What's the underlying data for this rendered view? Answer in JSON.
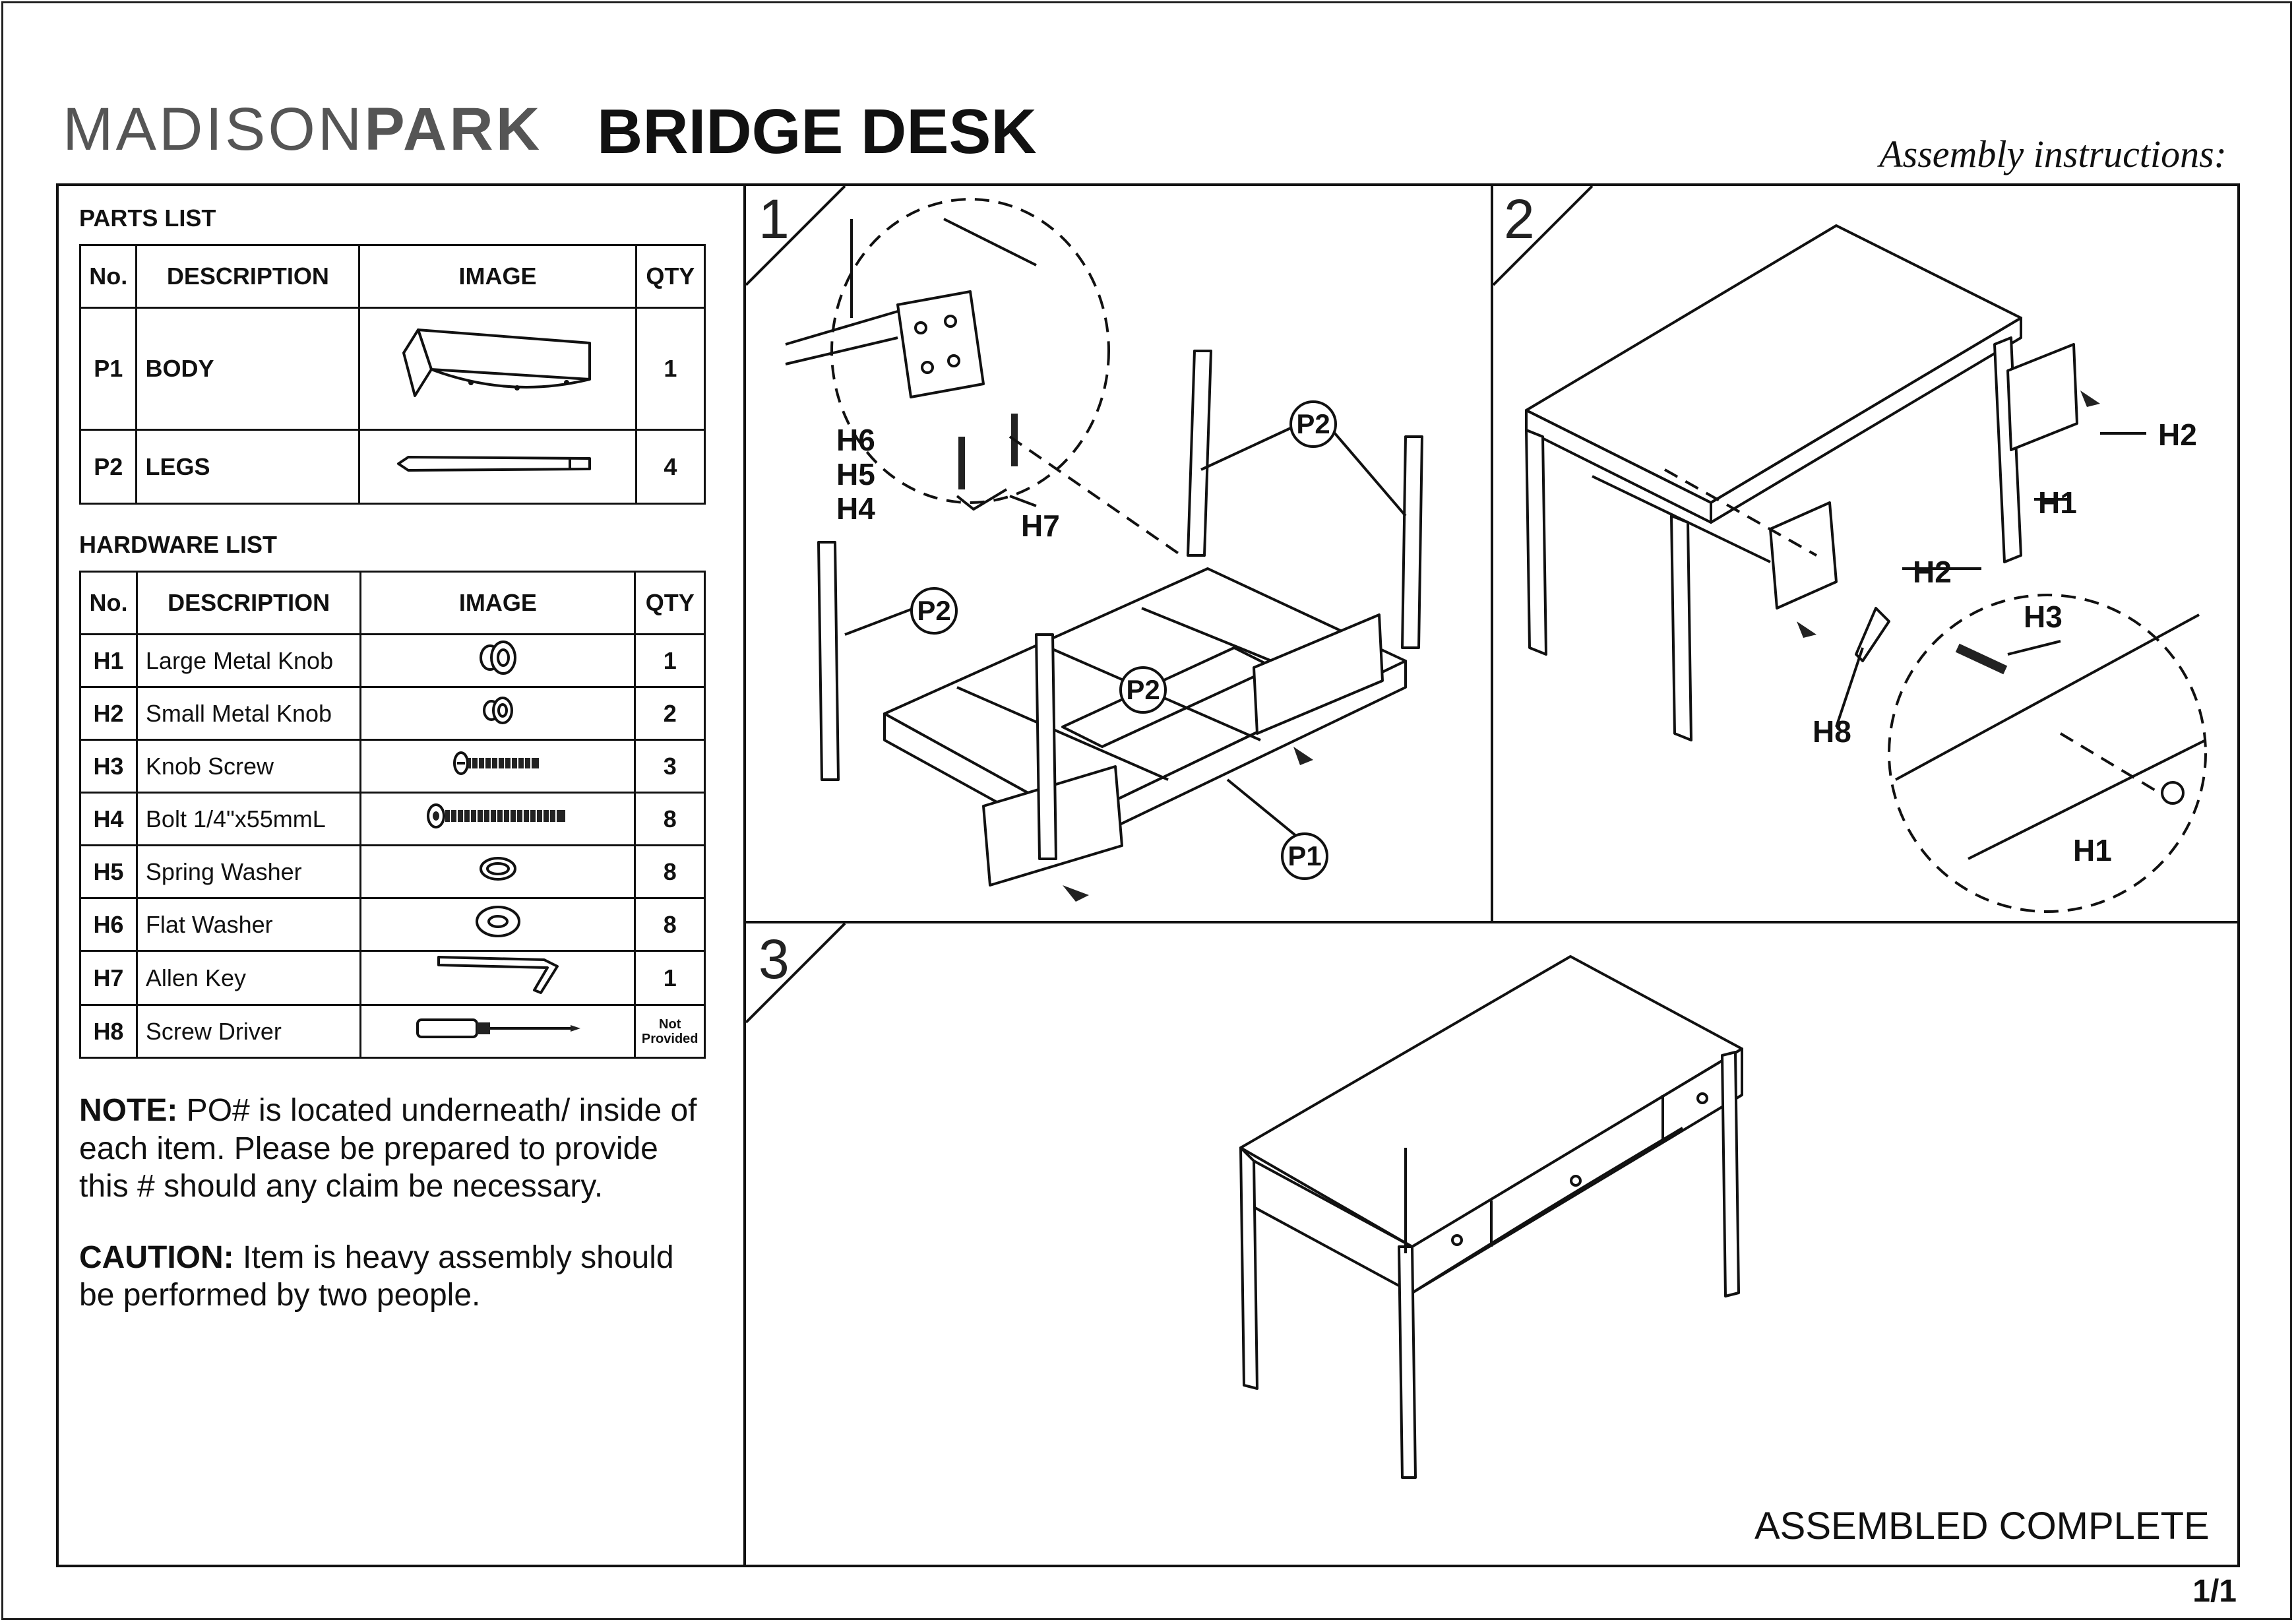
{
  "header": {
    "brand_light": "MADISON",
    "brand_bold": "PARK",
    "title": "BRIDGE DESK",
    "subtitle": "Assembly instructions:"
  },
  "parts_list": {
    "label": "PARTS LIST",
    "columns": [
      "No.",
      "DESCRIPTION",
      "IMAGE",
      "QTY"
    ],
    "rows": [
      {
        "no": "P1",
        "description": "BODY",
        "image_icon": "desk-body-icon",
        "qty": "1"
      },
      {
        "no": "P2",
        "description": "LEGS",
        "image_icon": "desk-leg-icon",
        "qty": "4"
      }
    ]
  },
  "hardware_list": {
    "label": "HARDWARE LIST",
    "columns": [
      "No.",
      "DESCRIPTION",
      "IMAGE",
      "QTY"
    ],
    "rows": [
      {
        "no": "H1",
        "description": "Large Metal Knob",
        "image_icon": "large-knob-icon",
        "qty": "1"
      },
      {
        "no": "H2",
        "description": "Small Metal Knob",
        "image_icon": "small-knob-icon",
        "qty": "2"
      },
      {
        "no": "H3",
        "description": "Knob Screw",
        "image_icon": "knob-screw-icon",
        "qty": "3"
      },
      {
        "no": "H4",
        "description": "Bolt 1/4\"x55mmL",
        "image_icon": "bolt-icon",
        "qty": "8"
      },
      {
        "no": "H5",
        "description": "Spring Washer",
        "image_icon": "spring-washer-icon",
        "qty": "8"
      },
      {
        "no": "H6",
        "description": "Flat Washer",
        "image_icon": "flat-washer-icon",
        "qty": "8"
      },
      {
        "no": "H7",
        "description": "Allen Key",
        "image_icon": "allen-key-icon",
        "qty": "1"
      },
      {
        "no": "H8",
        "description": "Screw Driver",
        "image_icon": "screwdriver-icon",
        "qty": "Not Provided"
      }
    ]
  },
  "note": {
    "label": "NOTE:",
    "text": "PO# is located underneath/ inside of each item. Please be prepared to provide this # should any claim be necessary."
  },
  "caution": {
    "label": "CAUTION:",
    "text": "Item is heavy assembly should be performed by two people."
  },
  "steps": {
    "step1": {
      "number": "1",
      "callouts": {
        "h6": "H6",
        "h5": "H5",
        "h4": "H4",
        "h7": "H7",
        "p2_top": "P2",
        "p2_left": "P2",
        "p2_mid": "P2",
        "p1": "P1"
      }
    },
    "step2": {
      "number": "2",
      "callouts": {
        "h2_right": "H2",
        "h1": "H1",
        "h2_mid": "H2",
        "h3": "H3",
        "h8": "H8",
        "h1_detail": "H1"
      }
    },
    "step3": {
      "number": "3",
      "caption": "ASSEMBLED COMPLETE"
    }
  },
  "footer": {
    "page": "1/1"
  }
}
